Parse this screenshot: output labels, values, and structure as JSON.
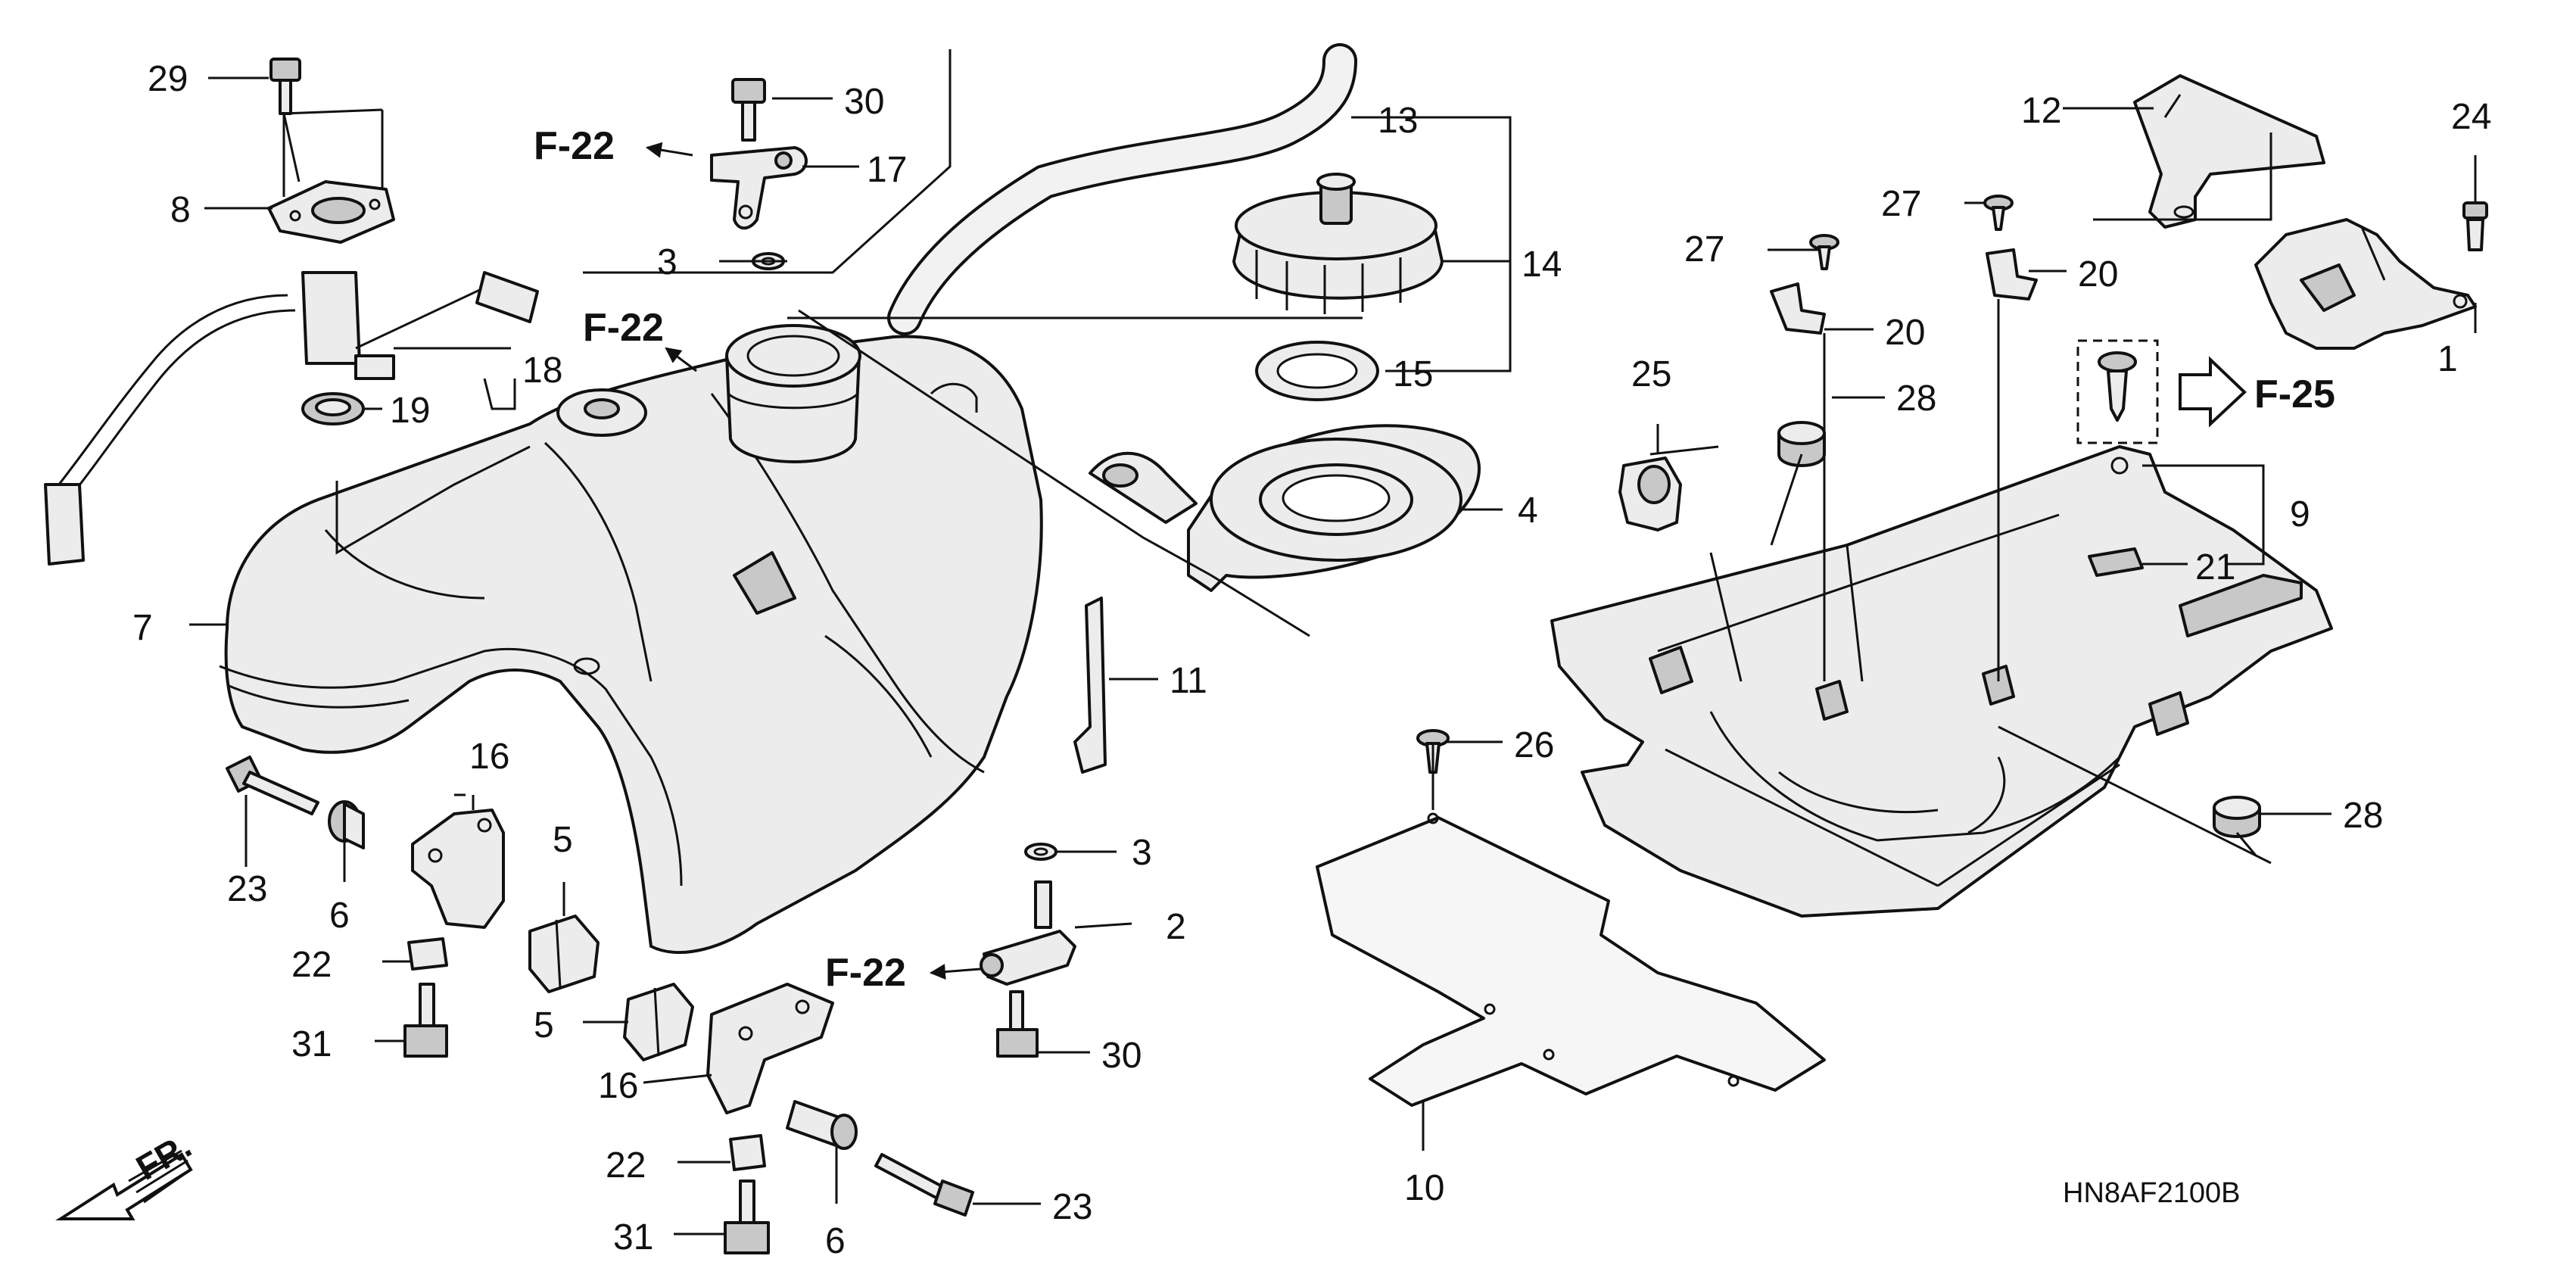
{
  "diagram": {
    "code": "HN8AF2100B",
    "front_marker": "FR.",
    "refs": [
      "F-22",
      "F-22",
      "F-22",
      "F-25"
    ],
    "callouts": [
      "1",
      "2",
      "3",
      "3",
      "4",
      "5",
      "5",
      "6",
      "6",
      "7",
      "8",
      "9",
      "10",
      "11",
      "12",
      "13",
      "14",
      "15",
      "16",
      "16",
      "17",
      "18",
      "19",
      "20",
      "20",
      "21",
      "22",
      "22",
      "23",
      "23",
      "24",
      "25",
      "26",
      "27",
      "27",
      "28",
      "28",
      "29",
      "30",
      "30",
      "31",
      "31"
    ]
  }
}
